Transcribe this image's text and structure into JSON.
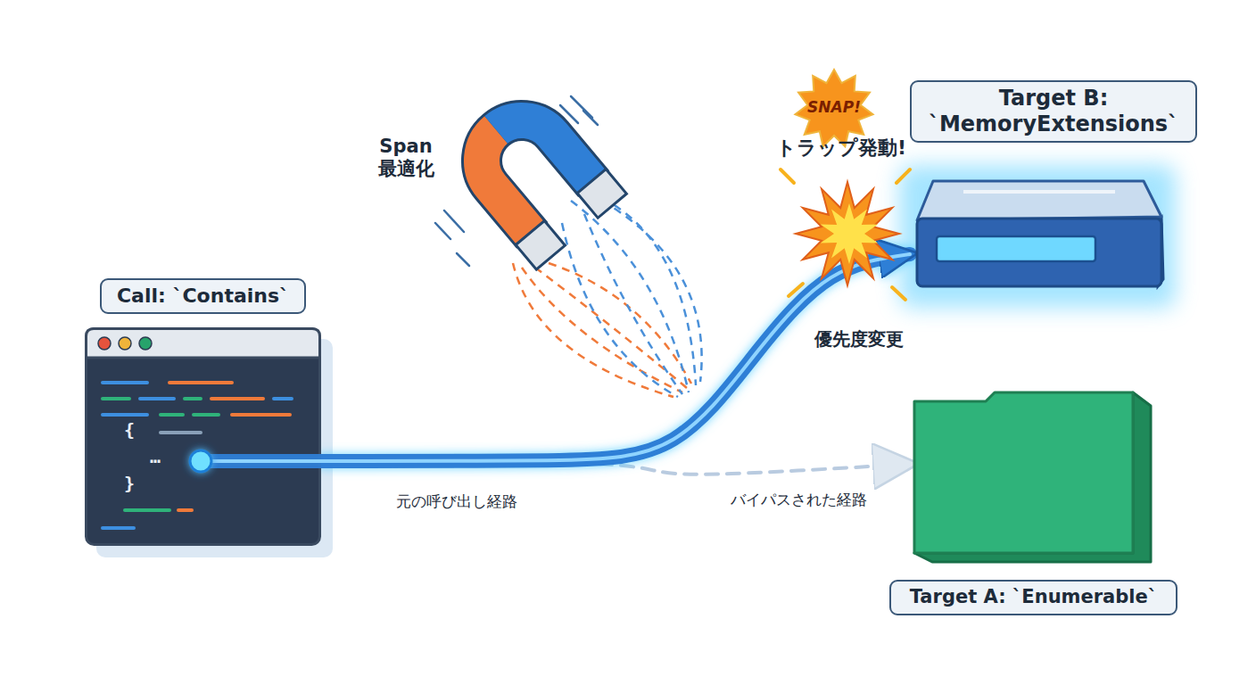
{
  "diagram": {
    "nodes": [
      {
        "text": [
          "Call: `Contains`"
        ]
      },
      {
        "text": [
          "Target B: `MemoryExtensions`"
        ]
      },
      {
        "text": [
          "Target A: `Enumerable`"
        ]
      }
    ],
    "edges": [
      {
        "from": 0,
        "to": 1,
        "arrow": "to",
        "label": "元の呼び出し経路"
      },
      {
        "from": 0,
        "to": 2,
        "arrow": "to",
        "label": "バイパスされた経路"
      }
    ],
    "labels": [
      "Span 最適化",
      "SNAP!",
      "トラップ発動!",
      "優先度変更",
      "{",
      "…",
      "}"
    ]
  }
}
